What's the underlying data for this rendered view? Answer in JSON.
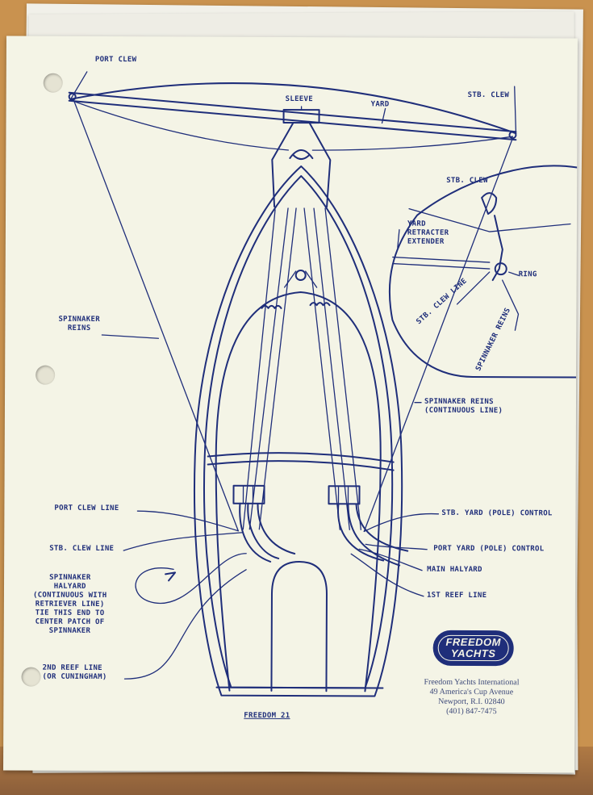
{
  "labels": {
    "port_clew": "PORT CLEW",
    "stb_clew_top": "STB. CLEW",
    "sleeve": "SLEEVE",
    "yard": "YARD",
    "inset_stb_clew": "STB. CLEW",
    "yard_retracter_extender": "YARD\nRETRACTER\nEXTENDER",
    "ring": "RING",
    "inset_stb_clew_line": "STB. CLEW LINE",
    "inset_spinnaker_reins": "SPINNAKER REINS",
    "spinnaker_reins_left": "SPINNAKER\nREINS",
    "spinnaker_reins_right": "SPINNAKER REINS\n(CONTINUOUS LINE)",
    "port_clew_line": "PORT CLEW LINE",
    "stb_clew_line": "STB. CLEW LINE",
    "spinnaker_halyard": "SPINNAKER\nHALYARD\n(CONTINUOUS WITH\nRETRIEVER LINE)\nTIE THIS END TO\nCENTER PATCH OF\nSPINNAKER",
    "second_reef_line": "2ND REEF LINE\n(OR CUNINGHAM)",
    "stb_yard_control": "STB. YARD (POLE) CONTROL",
    "port_yard_control": "PORT YARD (POLE) CONTROL",
    "main_halyard": "MAIN HALYARD",
    "first_reef_line": "1ST REEF LINE",
    "freedom_21": "FREEDOM 21"
  },
  "logo": {
    "line1": "FREEDOM",
    "line2": "YACHTS"
  },
  "address": {
    "company": "Freedom Yachts International",
    "street": "49 America's Cup Avenue",
    "city": "Newport, R.I. 02840",
    "phone": "(401) 847-7475"
  },
  "colors": {
    "ink": "#1f2e7a",
    "paper": "#f4f4e6",
    "background": "#c9924f"
  }
}
